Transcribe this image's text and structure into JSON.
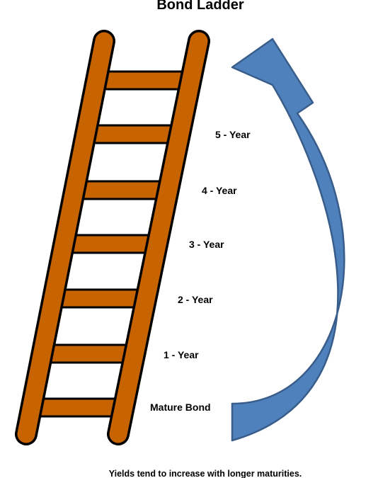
{
  "title": "Bond Ladder",
  "caption": "Yields tend to increase with longer maturities.",
  "labels": {
    "five_year": "5 - Year",
    "four_year": "4 - Year",
    "three_year": "3 - Year",
    "two_year": "2 - Year",
    "one_year": "1 - Year",
    "mature_bond": "Mature Bond"
  },
  "colors": {
    "ladder_wood": "#C86400",
    "ladder_outline": "#000000",
    "arrow_fill": "#4F81BD",
    "arrow_outline": "#385D8A"
  },
  "icons": {
    "ladder": "ladder-icon",
    "arrow": "curved-arrow-icon"
  }
}
